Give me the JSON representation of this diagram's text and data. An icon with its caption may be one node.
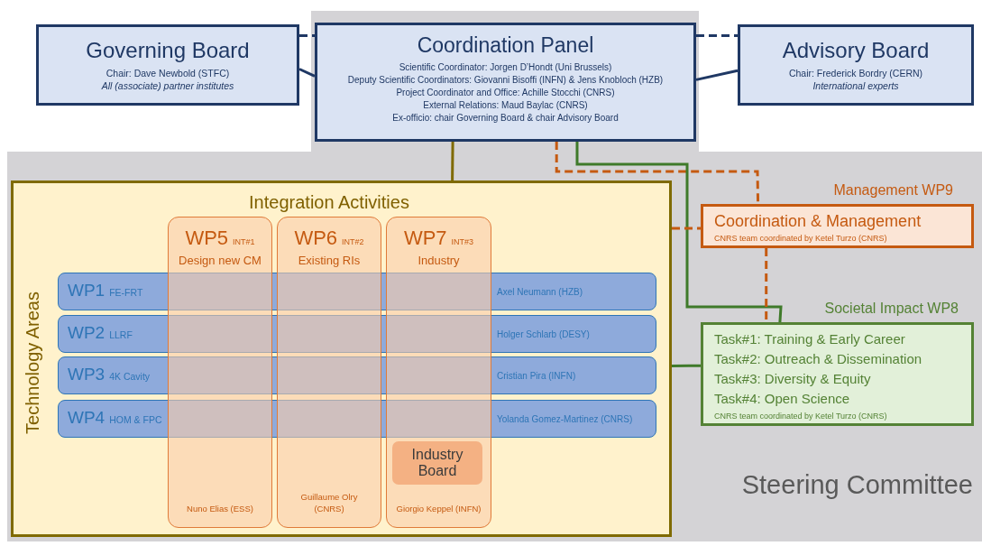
{
  "diagram": {
    "nodes": [
      {
        "text": [
          "Steering Committee"
        ]
      },
      {
        "text": [
          "Governing Board",
          "Chair: Dave Newbold (STFC)",
          "All (associate) partner institutes"
        ]
      },
      {
        "text": [
          "Coordination Panel",
          "Scientific Coordinator: Jorgen D’Hondt (Uni Brussels)",
          "Deputy Scientific Coordinators: Giovanni Bisoffi (INFN) & Jens Knobloch (HZB)",
          "Project Coordinator and Office: Achille Stocchi (CNRS)",
          "External Relations: Maud Baylac (CNRS)",
          "Ex-officio: chair Governing Board & chair Advisory Board"
        ]
      },
      {
        "text": [
          "Advisory Board",
          "Chair: Frederick Bordry (CERN)",
          "International experts"
        ]
      },
      {
        "text": [
          "Integration Activities",
          "Technology Areas"
        ],
        "in": 0
      },
      {
        "text": [
          "WP5",
          "INT#1",
          "Design new CM",
          "Nuno Elias (ESS)"
        ],
        "in": 4
      },
      {
        "text": [
          "WP6",
          "INT#2",
          "Existing RIs",
          "Guillaume Olry (CNRS)"
        ],
        "in": 4
      },
      {
        "text": [
          "WP7",
          "INT#3",
          "Industry",
          "Giorgio Keppel (INFN)"
        ],
        "in": 4
      },
      {
        "text": [
          "Industry Board"
        ],
        "in": 7
      },
      {
        "text": [
          "WP1",
          "FE-FRT",
          "Axel Neumann (HZB)"
        ],
        "in": 4
      },
      {
        "text": [
          "WP2",
          "LLRF",
          "Holger Schlarb (DESY)"
        ],
        "in": 4
      },
      {
        "text": [
          "WP3",
          "4K Cavity",
          "Cristian Pira (INFN)"
        ],
        "in": 4
      },
      {
        "text": [
          "WP4",
          "HOM & FPC",
          "Yolanda Gomez-Martinez (CNRS)"
        ],
        "in": 4
      },
      {
        "text": [
          "Management WP9",
          "Coordination & Management",
          "CNRS team coordinated by Ketel Turzo (CNRS)"
        ],
        "in": 0
      },
      {
        "text": [
          "Societal Impact WP8",
          "Task#1: Training & Early Career",
          "Task#2: Outreach & Dissemination",
          "Task#3: Diversity & Equity",
          "Task#4: Open Science",
          "CNRS team coordinated by Ketel Turzo (CNRS)"
        ],
        "in": 0
      }
    ],
    "edges": [
      {
        "from": 1,
        "to": 2,
        "arrow": "none",
        "style": "dashed"
      },
      {
        "from": 1,
        "to": 2,
        "arrow": "none"
      },
      {
        "from": 2,
        "to": 3,
        "arrow": "none",
        "style": "dashed"
      },
      {
        "from": 2,
        "to": 3,
        "arrow": "none"
      },
      {
        "from": 2,
        "to": 4,
        "arrow": "none",
        "color": "#7f6a00"
      },
      {
        "from": 2,
        "to": 13,
        "arrow": "none",
        "style": "dashed",
        "color": "#c55a11"
      },
      {
        "from": 2,
        "to": 14,
        "arrow": "none",
        "color": "#3f7a2a"
      },
      {
        "from": 4,
        "to": 13,
        "arrow": "none",
        "style": "dashed",
        "color": "#c55a11"
      },
      {
        "from": 13,
        "to": 14,
        "arrow": "none",
        "style": "dashed",
        "color": "#c55a11"
      },
      {
        "from": 4,
        "to": 14,
        "arrow": "none",
        "color": "#3f7a2a"
      }
    ]
  }
}
